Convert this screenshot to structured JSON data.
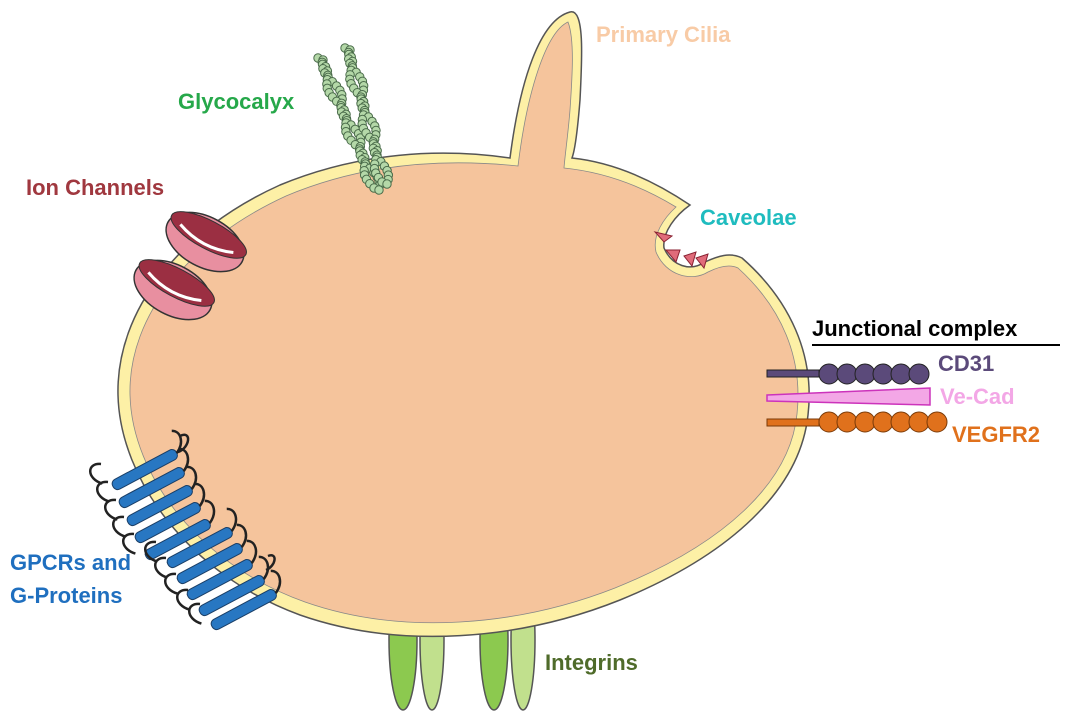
{
  "labels": {
    "primary_cilia": "Primary Cilia",
    "glycocalyx": "Glycocalyx",
    "ion_channels": "Ion Channels",
    "caveolae": "Caveolae",
    "junctional_complex": "Junctional complex",
    "cd31": "CD31",
    "ve_cad": "Ve-Cad",
    "vegfr2": "VEGFR2",
    "gpcrs_line1": "GPCRs and",
    "gpcrs_line2": "G-Proteins",
    "integrins": "Integrins"
  },
  "colors": {
    "cell_fill": "#f5c49c",
    "membrane": "#fdf0a6",
    "membrane_stroke": "#555555",
    "primary_cilia_text": "#f8cba6",
    "glycocalyx_text": "#26a84a",
    "glycocalyx_bead": "#b4d8a8",
    "ion_channels_text": "#a0383f",
    "ion_channel_fill": "#e88fa0",
    "ion_channel_dark": "#9b2f42",
    "caveolae_text": "#1fbcbf",
    "caveolae_fill": "#e06b7a",
    "junctional_text": "#000000",
    "cd31": "#5b4a7a",
    "ve_cad": "#f3a7e6",
    "ve_cad_stroke": "#cc33bb",
    "vegfr2": "#e0711c",
    "gpcr": "#2877c2",
    "gpcr_text": "#1f6fbf",
    "integrin_dark": "#8cc94f",
    "integrin_light": "#c1e08d",
    "integrins_text": "#4f6b2a"
  }
}
